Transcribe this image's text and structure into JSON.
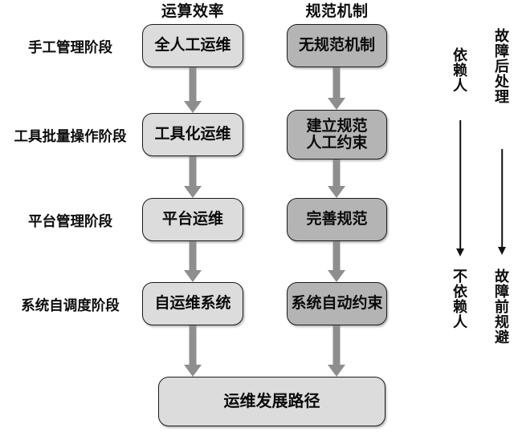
{
  "diagram": {
    "title": "运维发展路径",
    "columns": [
      {
        "id": "efficiency",
        "header": "运算效率"
      },
      {
        "id": "standard",
        "header": "规范机制"
      }
    ],
    "stages": [
      {
        "label": "手工管理阶段",
        "efficiency": "全人工运维",
        "standard": "无规范机制"
      },
      {
        "label": "工具批量操作阶段",
        "efficiency": "工具化运维",
        "standard": "建立规范\n人工约束"
      },
      {
        "label": "平台管理阶段",
        "efficiency": "平台运维",
        "standard": "完善规范"
      },
      {
        "label": "系统自调度阶段",
        "efficiency": "自运维系统",
        "standard": "系统自动约束"
      }
    ],
    "outcome": "运维发展路径",
    "axes": [
      {
        "id": "people-dependency",
        "top": "依赖人",
        "bottom": "不依赖人"
      },
      {
        "id": "fault-handling",
        "top": "故障后处理",
        "bottom": "故障前规避"
      }
    ],
    "colors": {
      "left_box_fill": "#dcdcdc",
      "right_box_fill": "#b4b4b4",
      "outcome_fill": "#dcdcdc",
      "border": "#1a1a1a",
      "connector": "#8e8e8e",
      "axis_arrow": "#111111",
      "background": "#ffffff"
    }
  }
}
